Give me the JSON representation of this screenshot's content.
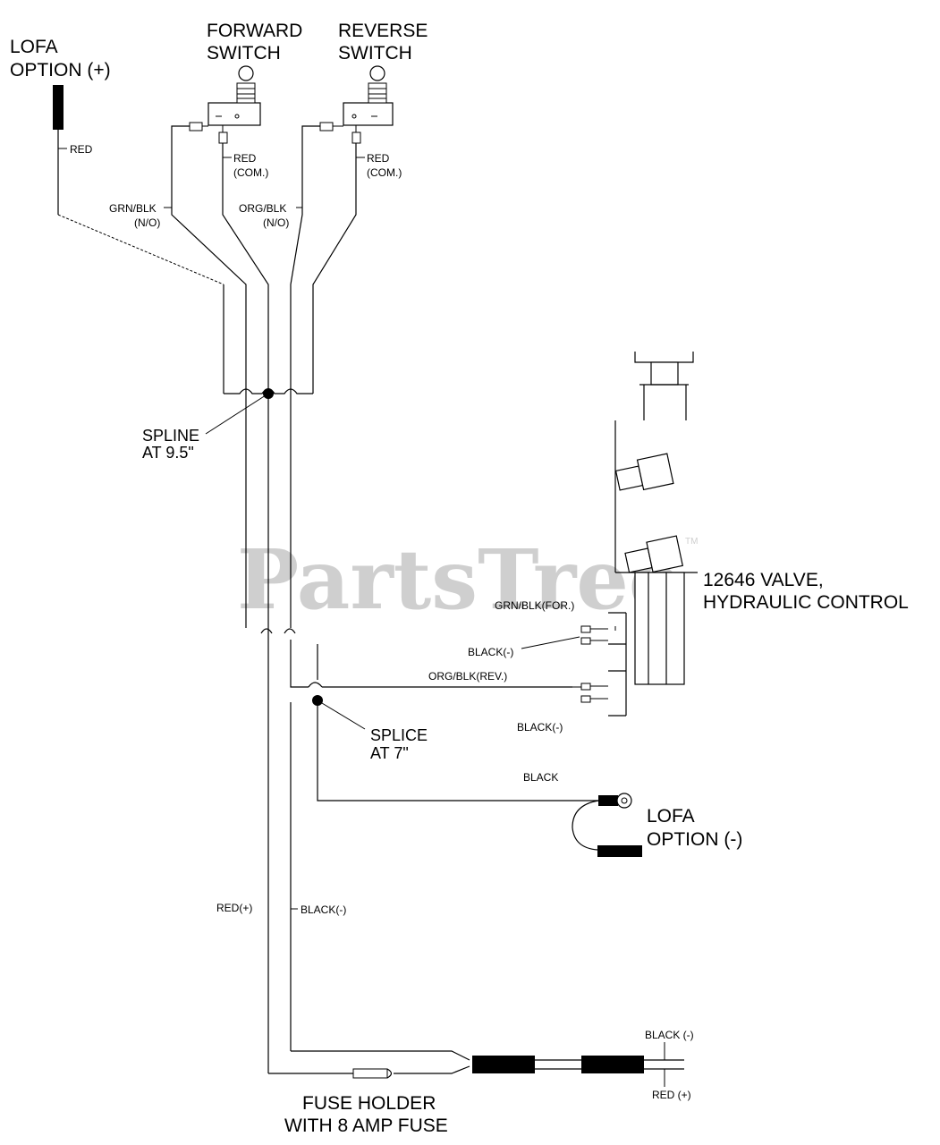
{
  "watermark": {
    "text": "PartsTree",
    "trademark": "TM"
  },
  "labels": {
    "lofa_pos_1": "LOFA",
    "lofa_pos_2": "OPTION (+)",
    "forward_1": "FORWARD",
    "forward_2": "SWITCH",
    "reverse_1": "REVERSE",
    "reverse_2": "SWITCH",
    "red_lofa": "RED",
    "red_com_fwd_1": "RED",
    "red_com_fwd_2": "(COM.)",
    "red_com_rev_1": "RED",
    "red_com_rev_2": "(COM.)",
    "grn_blk_1": "GRN/BLK",
    "grn_blk_2": "(N/O)",
    "org_blk_1": "ORG/BLK",
    "org_blk_2": "(N/O)",
    "spline_1": "SPLINE",
    "spline_2": "AT 9.5\"",
    "valve_1": "12646  VALVE,",
    "valve_2": "HYDRAULIC CONTROL",
    "grn_blk_for": "GRN/BLK(FOR.)",
    "black_neg_1": "BLACK(-)",
    "org_blk_rev": "ORG/BLK(REV.)",
    "black_neg_2": "BLACK(-)",
    "splice_1": "SPLICE",
    "splice_2": "AT 7\"",
    "black": "BLACK",
    "lofa_neg_1": "LOFA",
    "lofa_neg_2": "OPTION (-)",
    "red_pos": "RED(+)",
    "black_neg_3": "BLACK(-)",
    "black_neg_4": "BLACK (-)",
    "red_pos_2": "RED (+)",
    "fuse_1": "FUSE HOLDER",
    "fuse_2": "WITH 8 AMP FUSE"
  }
}
